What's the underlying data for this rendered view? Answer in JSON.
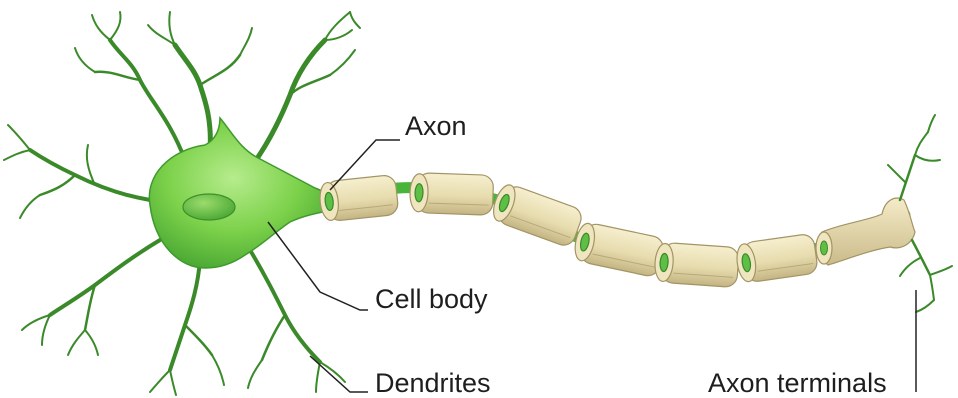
{
  "labels": {
    "axon": "Axon",
    "cell_body": "Cell body",
    "dendrites": "Dendrites",
    "axon_terminals": "Axon terminals"
  },
  "colors": {
    "cell_green": "#7cd14a",
    "cell_dark_green": "#3f9a2c",
    "nucleus": "#5ab53c",
    "myelin": "#e9dfb3",
    "myelin_shadow": "#b9a977",
    "axon_node": "#48b43a",
    "dendrite": "#3b8a2a",
    "leader_line": "#222222"
  }
}
